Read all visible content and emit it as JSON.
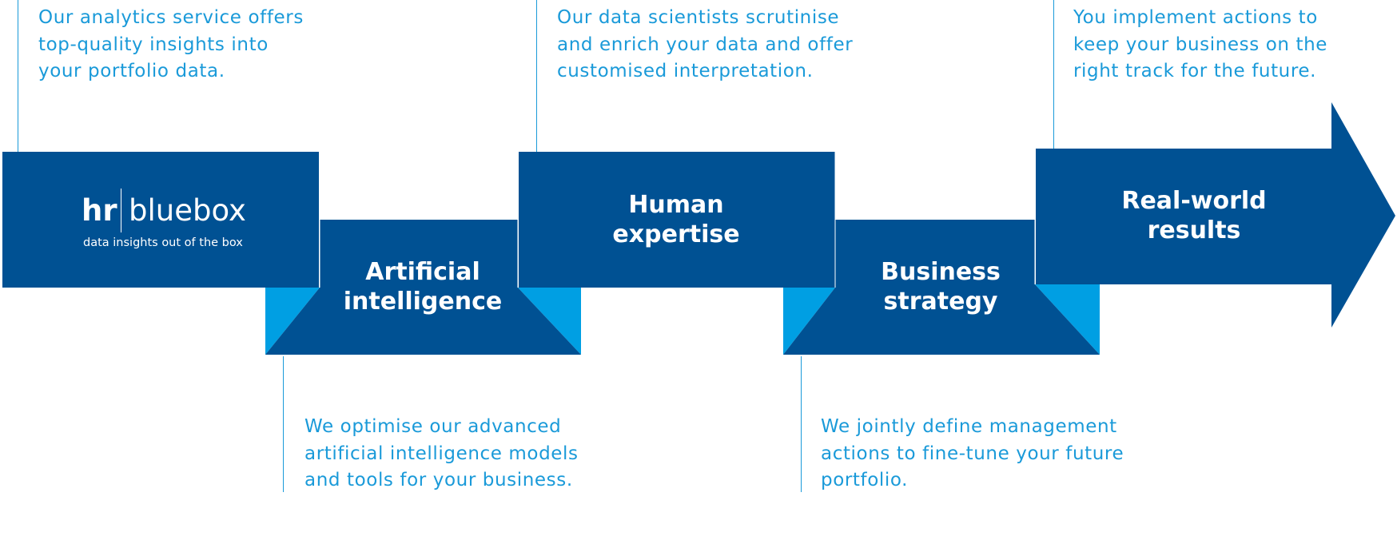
{
  "logo": {
    "brand_bold": "hr",
    "brand_light": "bluebox",
    "tagline": "data insights out of the box"
  },
  "steps": [
    {
      "label_line1": "Artificial",
      "label_line2": "intelligence",
      "desc_line1": "We optimise our advanced",
      "desc_line2": "artificial intelligence models",
      "desc_line3": "and tools for your business."
    },
    {
      "label_line1": "Human",
      "label_line2": "expertise",
      "desc_line1": "Our data scientists scrutinise",
      "desc_line2": "and enrich your data and offer",
      "desc_line3": "customised interpretation."
    },
    {
      "label_line1": "Business",
      "label_line2": "strategy",
      "desc_line1": "We jointly define management",
      "desc_line2": "actions to fine-tune your future",
      "desc_line3": "portfolio."
    },
    {
      "label_line1": "Real-world",
      "label_line2": "results",
      "desc_line1": "You implement actions to",
      "desc_line2": "keep your business on the",
      "desc_line3": "right track for the future."
    }
  ],
  "intro": {
    "desc_line1": "Our analytics service offers",
    "desc_line2": "top-quality insights into",
    "desc_line3": "your portfolio data."
  },
  "colors": {
    "dark_blue": "#005193",
    "light_blue": "#009fe3",
    "text_blue": "#1a9ad9"
  }
}
